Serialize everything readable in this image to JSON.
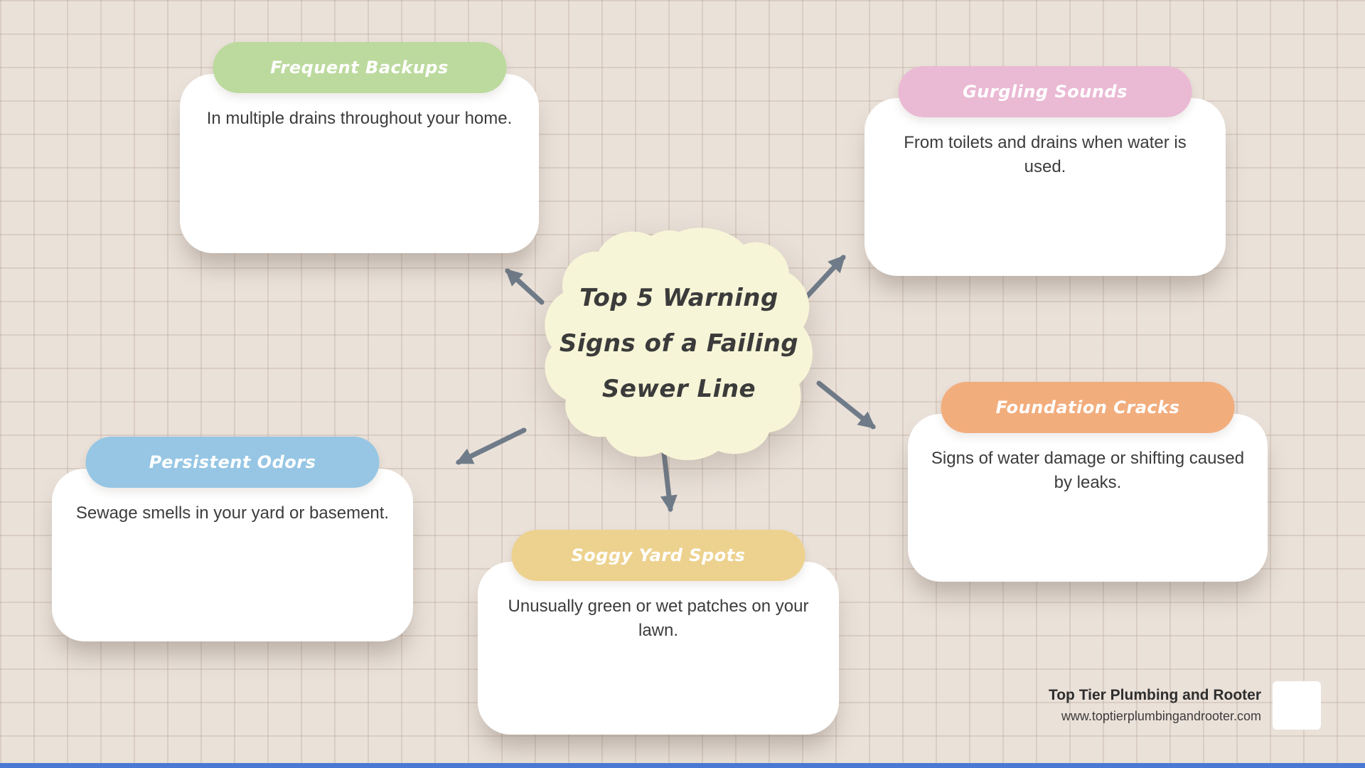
{
  "center": {
    "title_lines": [
      "Top 5 Warning",
      "Signs of a Failing",
      "Sewer Line"
    ],
    "blob_color": "#F7F5D7",
    "text_color": "#3B3B3B"
  },
  "cards": [
    {
      "title": "Frequent Backups",
      "body": "In multiple drains throughout your home.",
      "pill_color": "#BCDA9E"
    },
    {
      "title": "Gurgling Sounds",
      "body": "From toilets and drains when water is used.",
      "pill_color": "#EAB9D4"
    },
    {
      "title": "Persistent Odors",
      "body": "Sewage smells in your yard or basement.",
      "pill_color": "#96C6E4"
    },
    {
      "title": "Soggy Yard Spots",
      "body": "Unusually green or wet patches on your lawn.",
      "pill_color": "#EDD28F"
    },
    {
      "title": "Foundation Cracks",
      "body": "Signs of water damage or shifting caused by leaks.",
      "pill_color": "#F2AD7D"
    }
  ],
  "footer": {
    "company": "Top Tier Plumbing and Rooter",
    "website": "www.toptierplumbingandrooter.com"
  },
  "colors": {
    "background": "#EAE1D9",
    "grid_line": "#D8CDC2",
    "arrow": "#6F7B88",
    "card_background": "#FFFFFF",
    "body_text": "#3C3C3C",
    "bottom_bar": "#4A79D4"
  }
}
